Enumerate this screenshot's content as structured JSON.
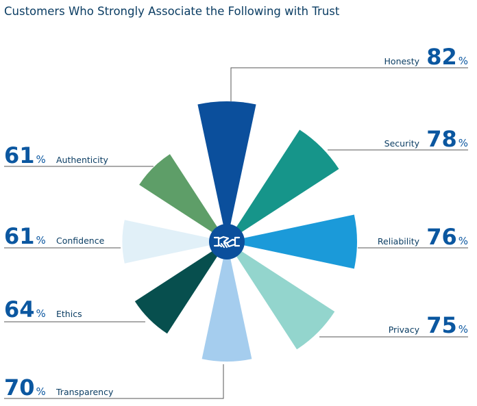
{
  "chart_data": {
    "type": "radial-bar",
    "title": "Customers Who Strongly Associate the Following with Trust",
    "unit": "%",
    "center_icon": "handshake-icon",
    "colors": {
      "title": "#0b3d63",
      "value": "#0b57a0",
      "center": "#0b4f9c",
      "leader": "#555555"
    },
    "series": [
      {
        "category": "Honesty",
        "value": 82,
        "color": "#0b4f9c"
      },
      {
        "category": "Security",
        "value": 78,
        "color": "#16958a"
      },
      {
        "category": "Reliability",
        "value": 76,
        "color": "#1b9ad9"
      },
      {
        "category": "Privacy",
        "value": 75,
        "color": "#93d5cd"
      },
      {
        "category": "Transparency",
        "value": 70,
        "color": "#a5cdee"
      },
      {
        "category": "Ethics",
        "value": 64,
        "color": "#074f4e"
      },
      {
        "category": "Confidence",
        "value": 61,
        "color": "#e1f0f8"
      },
      {
        "category": "Authenticity",
        "value": 61,
        "color": "#5e9e68"
      }
    ]
  }
}
